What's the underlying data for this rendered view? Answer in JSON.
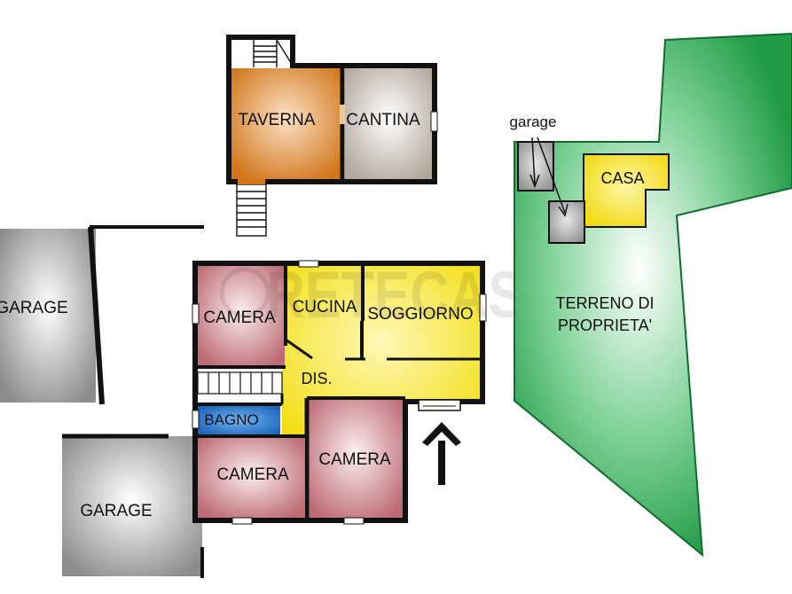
{
  "rooms": {
    "taverna": "TAVERNA",
    "cantina": "CANTINA",
    "garage_left": "GARAGE",
    "garage_bottom": "GARAGE",
    "camera_top": "CAMERA",
    "cucina": "CUCINA",
    "soggiorno": "SOGGIORNO",
    "dis": "DIS.",
    "bagno": "BAGNO",
    "camera_bottom_left": "CAMERA",
    "camera_bottom_right": "CAMERA"
  },
  "site_map": {
    "garage_label": "garage",
    "casa_label": "CASA",
    "terreno_line1": "TERRENO DI",
    "terreno_line2": "PROPRIETA'"
  },
  "watermark": {
    "text": "RETECASA",
    "mark": "®"
  },
  "colors": {
    "taverna": "#d2761c",
    "cantina": "#b9aea3",
    "camera": "#c0707a",
    "living": "#f4e21c",
    "bagno": "#1f6ec4",
    "garage": "#8f8f8f",
    "terreno": "#26a04a",
    "casa": "#f2dc12",
    "walls": "#111111"
  }
}
